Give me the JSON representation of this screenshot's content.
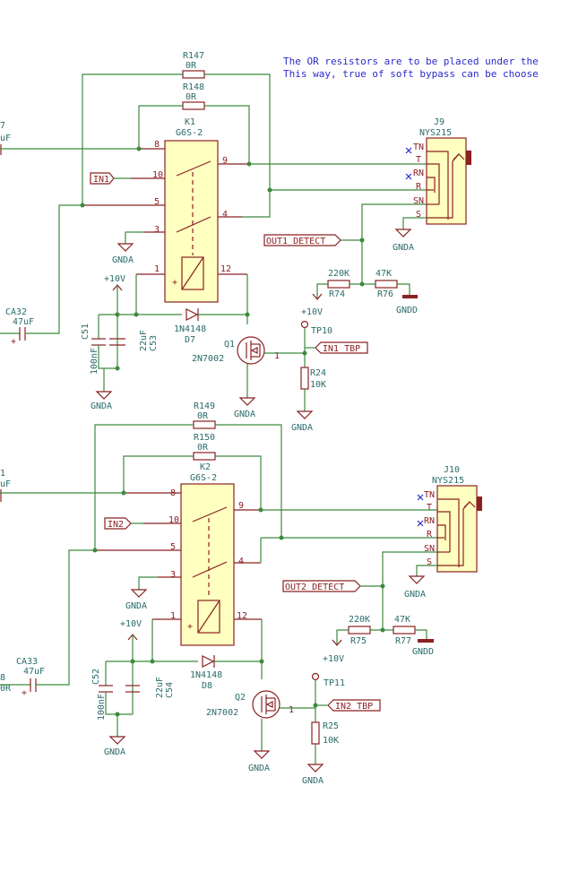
{
  "note": {
    "line1": "The OR resistors are to be placed under the",
    "line2": "This way, true of soft bypass can be choose"
  },
  "channels": [
    {
      "r_top": "R147",
      "r_top_val": "0R",
      "r_mid": "R148",
      "r_mid_val": "0R",
      "relay_ref": "K1",
      "relay_val": "G6S-2",
      "in_label": "IN1",
      "jack_ref": "J9",
      "jack_val": "NYS215",
      "detect_label": "OUT1_DETECT",
      "r_a": "R74",
      "r_a_val": "220K",
      "r_b": "R76",
      "r_b_val": "47K",
      "gndd": "GNDD",
      "vpos": "+10V",
      "cap_in": "CA32",
      "cap_in_val": "47uF",
      "cap_a": "C51",
      "cap_a_val": "100nF",
      "cap_b": "C53",
      "cap_b_val": "22uF",
      "diode": "D7",
      "diode_val": "1N4148",
      "fet": "Q1",
      "fet_val": "2N7002",
      "tp": "TP10",
      "tbp_label": "IN1_TBP",
      "r_g": "R24",
      "r_g_val": "10K",
      "left_frag_top": "7",
      "left_frag_top2": "uF",
      "left_frag_bot": "",
      "left_frag_bot2": ""
    },
    {
      "r_top": "R149",
      "r_top_val": "0R",
      "r_mid": "R150",
      "r_mid_val": "0R",
      "relay_ref": "K2",
      "relay_val": "G6S-2",
      "in_label": "IN2",
      "jack_ref": "J10",
      "jack_val": "NYS215",
      "detect_label": "OUT2_DETECT",
      "r_a": "R75",
      "r_a_val": "220K",
      "r_b": "R77",
      "r_b_val": "47K",
      "gndd": "GNDD",
      "vpos": "+10V",
      "cap_in": "CA33",
      "cap_in_val": "47uF",
      "cap_a": "C52",
      "cap_a_val": "100nF",
      "cap_b": "C54",
      "cap_b_val": "22uF",
      "diode": "D8",
      "diode_val": "1N4148",
      "fet": "Q2",
      "fet_val": "2N7002",
      "tp": "TP11",
      "tbp_label": "IN2_TBP",
      "r_g": "R25",
      "r_g_val": "10K",
      "left_frag_top": "1",
      "left_frag_top2": "uF",
      "left_frag_bot": "8",
      "left_frag_bot2": "0R"
    }
  ],
  "gnda": "GNDA",
  "jack_pins": [
    "TN",
    "T",
    "RN",
    "R",
    "SN",
    "S"
  ],
  "relay_pins": [
    "8",
    "10",
    "5",
    "3",
    "1",
    "12",
    "9",
    "4"
  ]
}
